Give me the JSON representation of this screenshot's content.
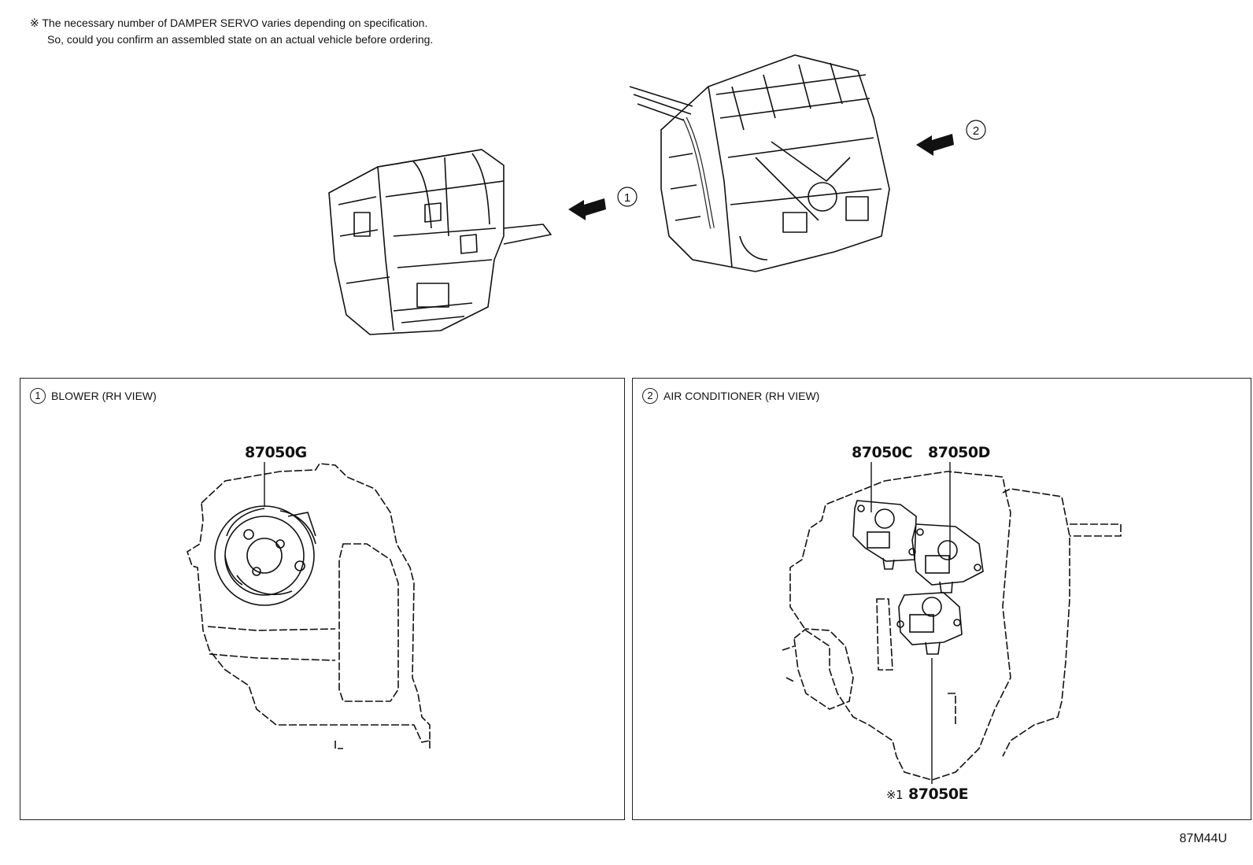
{
  "note": {
    "line1": "※ The necessary number of DAMPER SERVO varies depending on specification.",
    "line2": "So, could you confirm an assembled state on an actual vehicle before ordering."
  },
  "overview": {
    "callout_1": "1",
    "callout_2": "2"
  },
  "panels": [
    {
      "number": "1",
      "title": "BLOWER (RH VIEW)",
      "parts": [
        "87050G"
      ]
    },
    {
      "number": "2",
      "title": "AIR CONDITIONER (RH VIEW)",
      "parts": [
        "87050C",
        "87050D",
        "87050E"
      ],
      "part_prefix_e": "※1"
    }
  ],
  "diagram_code": "87M44U",
  "colors": {
    "line": "#111111",
    "background": "#ffffff"
  }
}
